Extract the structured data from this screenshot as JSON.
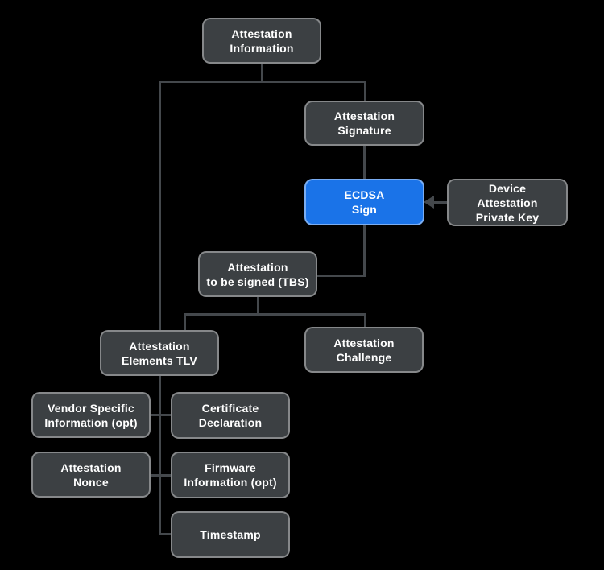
{
  "colors": {
    "background": "#000000",
    "node_fill": "#3c4043",
    "node_border": "#85898e",
    "highlight_fill": "#1a73e8",
    "connector": "#44484c",
    "text": "#ffffff"
  },
  "nodes": {
    "attestation_information": {
      "label": "Attestation\nInformation"
    },
    "attestation_signature": {
      "label": "Attestation\nSignature"
    },
    "ecdsa_sign": {
      "label": "ECDSA\nSign"
    },
    "device_attestation_private_key": {
      "label": "Device\nAttestation\nPrivate Key"
    },
    "attestation_tbs": {
      "label": "Attestation\nto be signed (TBS)"
    },
    "attestation_elements_tlv": {
      "label": "Attestation\nElements TLV"
    },
    "attestation_challenge": {
      "label": "Attestation\nChallenge"
    },
    "vendor_specific_information": {
      "label": "Vendor Specific\nInformation (opt)"
    },
    "certificate_declaration": {
      "label": "Certificate\nDeclaration"
    },
    "attestation_nonce": {
      "label": "Attestation\nNonce"
    },
    "firmware_information": {
      "label": "Firmware\nInformation (opt)"
    },
    "timestamp": {
      "label": "Timestamp"
    }
  },
  "edges": [
    {
      "from": "attestation_information",
      "to": "attestation_elements_tlv",
      "type": "line"
    },
    {
      "from": "attestation_information",
      "to": "attestation_signature",
      "type": "line"
    },
    {
      "from": "attestation_signature",
      "to": "ecdsa_sign",
      "type": "line"
    },
    {
      "from": "device_attestation_private_key",
      "to": "ecdsa_sign",
      "type": "arrow"
    },
    {
      "from": "ecdsa_sign",
      "to": "attestation_tbs",
      "type": "line"
    },
    {
      "from": "attestation_tbs",
      "to": "attestation_elements_tlv",
      "type": "line"
    },
    {
      "from": "attestation_tbs",
      "to": "attestation_challenge",
      "type": "line"
    },
    {
      "from": "attestation_elements_tlv",
      "to": "vendor_specific_information",
      "type": "line"
    },
    {
      "from": "attestation_elements_tlv",
      "to": "certificate_declaration",
      "type": "line"
    },
    {
      "from": "attestation_elements_tlv",
      "to": "attestation_nonce",
      "type": "line"
    },
    {
      "from": "attestation_elements_tlv",
      "to": "firmware_information",
      "type": "line"
    },
    {
      "from": "attestation_elements_tlv",
      "to": "timestamp",
      "type": "line"
    }
  ]
}
